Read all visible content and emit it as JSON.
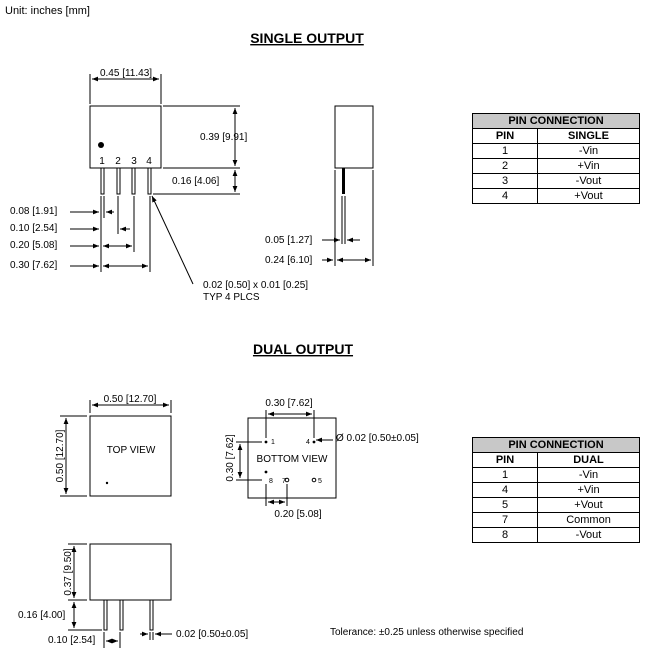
{
  "unit_label": "Unit: inches [mm]",
  "single": {
    "title": "SINGLE OUTPUT",
    "dims": {
      "width": "0.45 [11.43]",
      "height": "0.39 [9.91]",
      "pin_length": "0.16 [4.06]",
      "pin_offset": "0.08 [1.91]",
      "pin_pitch": "0.10 [2.54]",
      "pin_span2": "0.20 [5.08]",
      "pin_span3": "0.30 [7.62]",
      "pin_size": "0.02 [0.50] x 0.01 [0.25]",
      "pin_note": "TYP 4 PLCS",
      "side_pin": "0.05 [1.27]",
      "side_depth": "0.24 [6.10]"
    },
    "pin_labels": [
      "1",
      "2",
      "3",
      "4"
    ],
    "table": {
      "title": "PIN CONNECTION",
      "headers": [
        "PIN",
        "SINGLE"
      ],
      "rows": [
        [
          "1",
          "-Vin"
        ],
        [
          "2",
          "+Vin"
        ],
        [
          "3",
          "-Vout"
        ],
        [
          "4",
          "+Vout"
        ]
      ]
    }
  },
  "dual": {
    "title": "DUAL OUTPUT",
    "top_view_label": "TOP VIEW",
    "bottom_view_label": "BOTTOM VIEW",
    "dims": {
      "width": "0.50 [12.70]",
      "height": "0.50 [12.70]",
      "pin_span_top": "0.30 [7.62]",
      "pin_span_side": "0.30 [7.62]",
      "pin_span_bottom": "0.20 [5.08]",
      "pin_diameter": "Ø 0.02 [0.50±0.05]",
      "body_height": "0.37 [9.50]",
      "pin_length": "0.16 [4.00]",
      "pin_pitch": "0.10 [2.54]",
      "pin_size": "0.02 [0.50±0.05]"
    },
    "bottom_pin_labels": [
      "1",
      "4",
      "8",
      "7",
      "5"
    ],
    "table": {
      "title": "PIN CONNECTION",
      "headers": [
        "PIN",
        "DUAL"
      ],
      "rows": [
        [
          "1",
          "-Vin"
        ],
        [
          "4",
          "+Vin"
        ],
        [
          "5",
          "+Vout"
        ],
        [
          "7",
          "Common"
        ],
        [
          "8",
          "-Vout"
        ]
      ]
    }
  },
  "tolerance_note": "Tolerance: ±0.25 unless otherwise specified"
}
